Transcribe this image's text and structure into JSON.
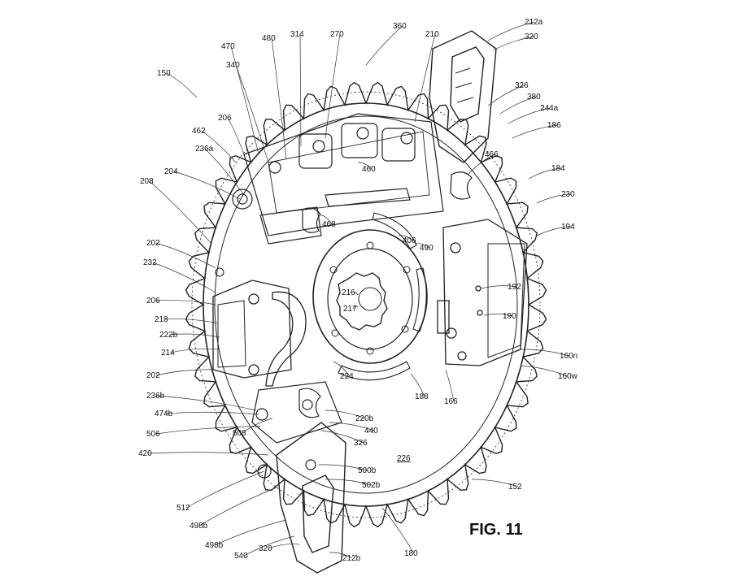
{
  "figure": {
    "caption": "FIG. 11",
    "reference_numerals": [
      "150",
      "470",
      "480",
      "314",
      "270",
      "360",
      "210",
      "212a",
      "320",
      "326",
      "380",
      "244a",
      "186",
      "184",
      "230",
      "194",
      "340",
      "206",
      "462",
      "236a",
      "204",
      "208",
      "202",
      "232",
      "206",
      "218",
      "222b",
      "214",
      "202",
      "236b",
      "474b",
      "506",
      "420",
      "512",
      "498b",
      "498b",
      "540",
      "320",
      "212b",
      "180",
      "152",
      "226",
      "500b",
      "502b",
      "326",
      "440",
      "220b",
      "508",
      "224",
      "188",
      "166",
      "160w",
      "160n",
      "190",
      "192",
      "490",
      "406",
      "468",
      "466",
      "460",
      "216",
      "217"
    ]
  }
}
